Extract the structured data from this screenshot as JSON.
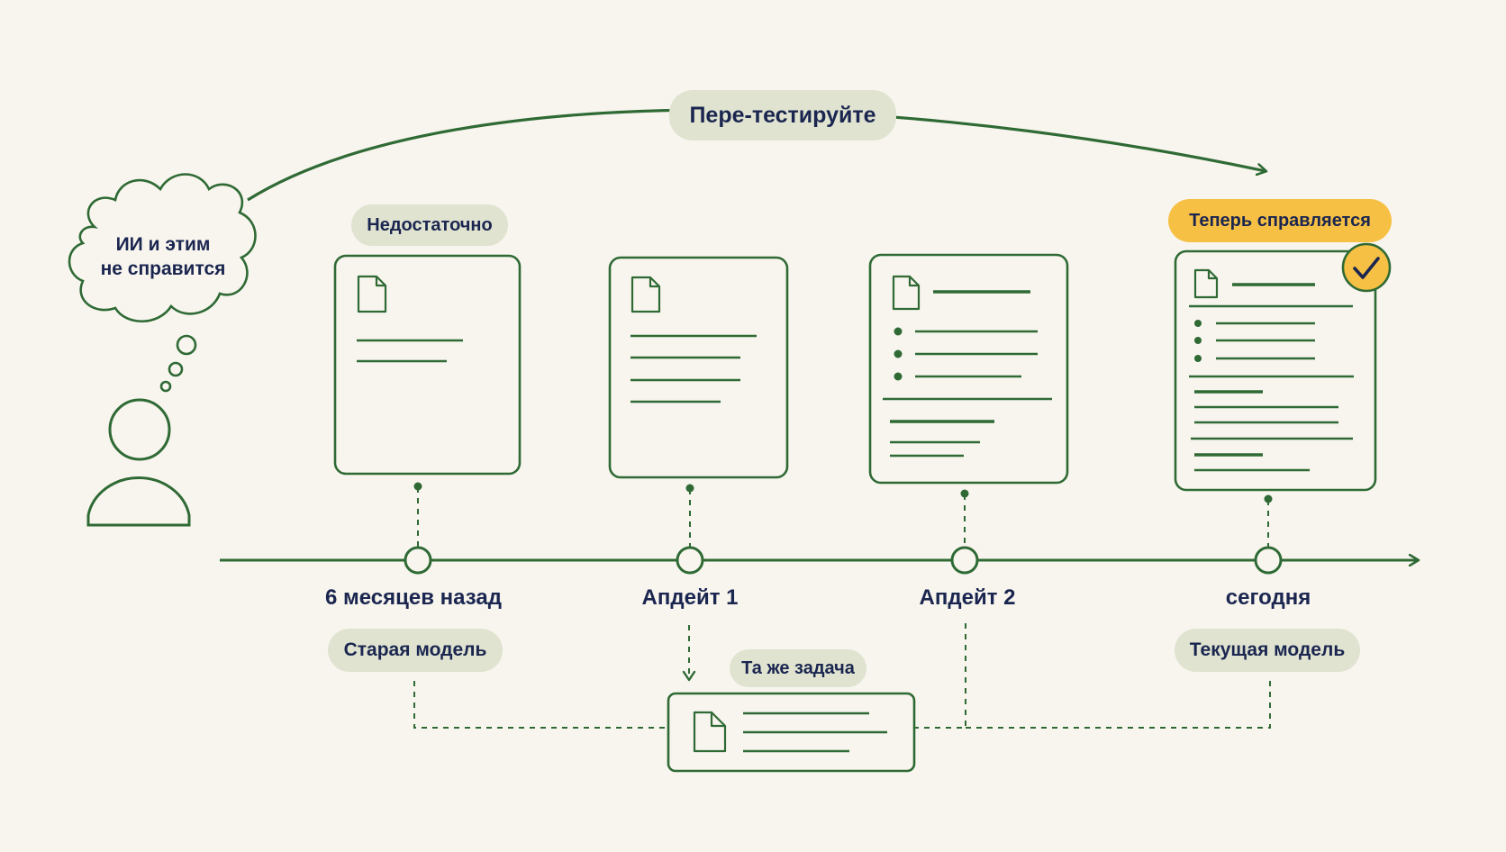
{
  "arc_label": "Пере-тестируйте",
  "thought_text": [
    "ИИ и этим",
    "не справится"
  ],
  "timeline": [
    {
      "label": "6 месяцев назад",
      "top_badge": "Недостаточно",
      "bottom_badge": "Старая модель"
    },
    {
      "label": "Апдейт 1"
    },
    {
      "label": "Апдейт 2"
    },
    {
      "label": "сегодня",
      "top_badge": "Теперь справляется",
      "bottom_badge": "Текущая модель"
    }
  ],
  "task_badge": "Та же задача",
  "icons": {
    "person": "person-icon",
    "thought": "thought-bubble-icon",
    "document": "document-icon",
    "check": "check-circle-icon"
  },
  "colors": {
    "background": "#f8f5ee",
    "line": "#2f6a35",
    "text": "#1b2650",
    "pill": "#dfe3d0",
    "highlight": "#f6c044"
  }
}
